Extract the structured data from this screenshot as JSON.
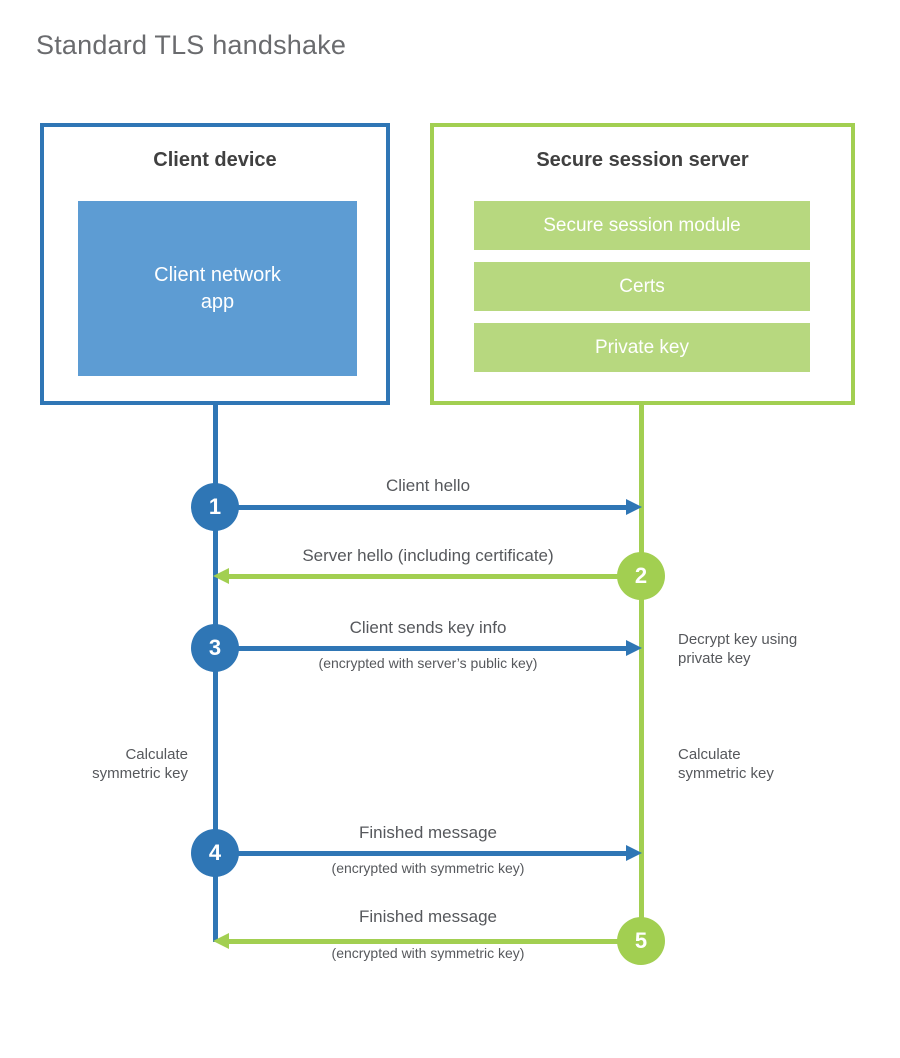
{
  "title": "Standard TLS handshake",
  "client": {
    "title": "Client device",
    "app_label": "Client network\napp"
  },
  "server": {
    "title": "Secure session server",
    "modules": [
      "Secure session module",
      "Certs",
      "Private key"
    ]
  },
  "steps": [
    {
      "num": "1",
      "label": "Client hello",
      "sub": "",
      "color": "blue",
      "direction": "client-to-server"
    },
    {
      "num": "2",
      "label": "Server hello (including certificate)",
      "sub": "",
      "color": "green",
      "direction": "server-to-client"
    },
    {
      "num": "3",
      "label": "Client sends key info",
      "sub": "(encrypted with server’s public key)",
      "color": "blue",
      "direction": "client-to-server"
    },
    {
      "num": "4",
      "label": "Finished message",
      "sub": "(encrypted with symmetric key)",
      "color": "blue",
      "direction": "client-to-server"
    },
    {
      "num": "5",
      "label": "Finished message",
      "sub": "(encrypted with symmetric key)",
      "color": "green",
      "direction": "server-to-client"
    }
  ],
  "annotations": {
    "decrypt_note": "Decrypt key using\nprivate key",
    "calc_left": "Calculate\nsymmetric key",
    "calc_right": "Calculate\nsymmetric key"
  },
  "colors": {
    "blue_stroke": "#2f76b5",
    "blue_fill": "#5d9cd3",
    "green_stroke": "#a2cf51",
    "green_fill": "#b7d87f",
    "heading_text": "#404040",
    "label_text": "#56585c",
    "title_text": "#6a6b6e"
  }
}
